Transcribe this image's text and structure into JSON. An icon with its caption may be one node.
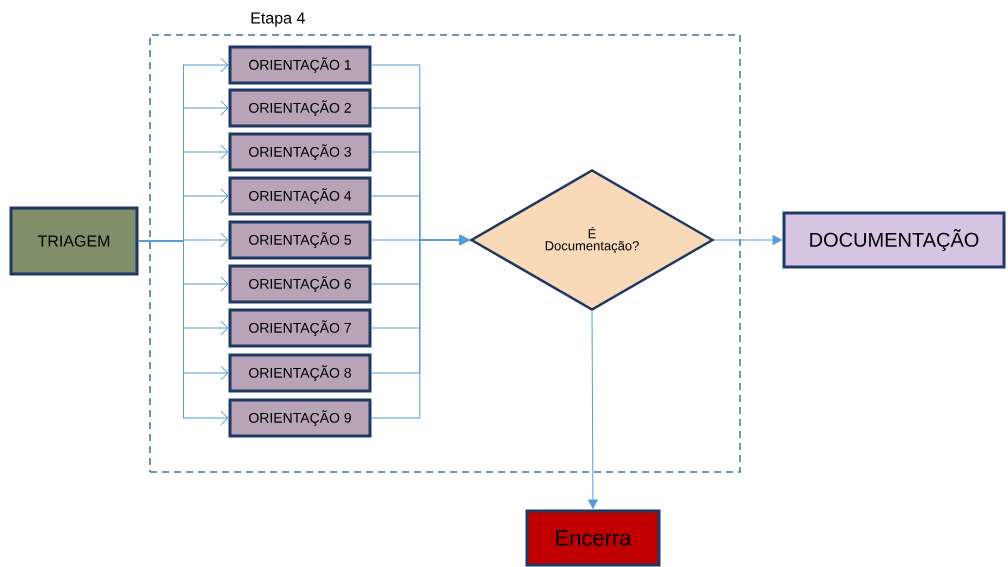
{
  "diagram": {
    "nodes": [
      {
        "text": [
          "Etapa 4"
        ]
      },
      {
        "text": [
          "TRIAGEM"
        ]
      },
      {
        "text": [
          "ORIENTAÇÃO 1"
        ],
        "in": 0
      },
      {
        "text": [
          "ORIENTAÇÃO 2"
        ],
        "in": 0
      },
      {
        "text": [
          "ORIENTAÇÃO 3"
        ],
        "in": 0
      },
      {
        "text": [
          "ORIENTAÇÃO 4"
        ],
        "in": 0
      },
      {
        "text": [
          "ORIENTAÇÃO 5"
        ],
        "in": 0
      },
      {
        "text": [
          "ORIENTAÇÃO 6"
        ],
        "in": 0
      },
      {
        "text": [
          "ORIENTAÇÃO 7"
        ],
        "in": 0
      },
      {
        "text": [
          "ORIENTAÇÃO 8"
        ],
        "in": 0
      },
      {
        "text": [
          "ORIENTAÇÃO 9"
        ],
        "in": 0
      },
      {
        "text": [
          "É Documentação?"
        ],
        "in": 0
      },
      {
        "text": [
          "DOCUMENTAÇÃO"
        ]
      },
      {
        "text": [
          "Encerra"
        ]
      }
    ],
    "edges": [
      {
        "from": 1,
        "to": 2,
        "arrow": "to"
      },
      {
        "from": 1,
        "to": 3,
        "arrow": "to"
      },
      {
        "from": 1,
        "to": 4,
        "arrow": "to"
      },
      {
        "from": 1,
        "to": 5,
        "arrow": "to"
      },
      {
        "from": 1,
        "to": 6,
        "arrow": "to"
      },
      {
        "from": 1,
        "to": 7,
        "arrow": "to"
      },
      {
        "from": 1,
        "to": 8,
        "arrow": "to"
      },
      {
        "from": 1,
        "to": 9,
        "arrow": "to"
      },
      {
        "from": 1,
        "to": 10,
        "arrow": "to"
      },
      {
        "from": 2,
        "to": 11,
        "arrow": "to"
      },
      {
        "from": 3,
        "to": 11,
        "arrow": "to"
      },
      {
        "from": 4,
        "to": 11,
        "arrow": "to"
      },
      {
        "from": 5,
        "to": 11,
        "arrow": "to"
      },
      {
        "from": 6,
        "to": 11,
        "arrow": "to"
      },
      {
        "from": 7,
        "to": 11,
        "arrow": "to"
      },
      {
        "from": 8,
        "to": 11,
        "arrow": "to"
      },
      {
        "from": 9,
        "to": 11,
        "arrow": "to"
      },
      {
        "from": 10,
        "to": 11,
        "arrow": "to"
      },
      {
        "from": 11,
        "to": 12,
        "arrow": "to"
      },
      {
        "from": 11,
        "to": 13,
        "arrow": "to"
      }
    ]
  }
}
